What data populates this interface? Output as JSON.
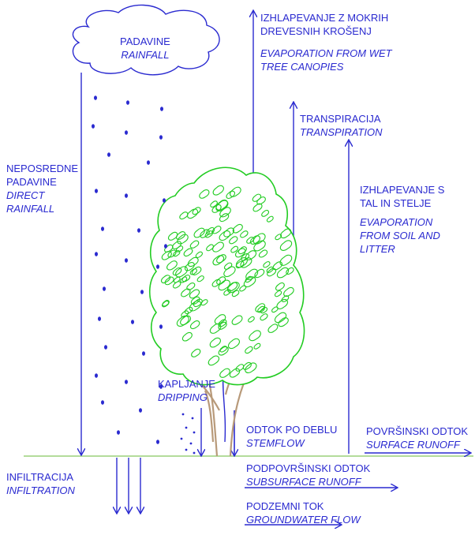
{
  "labels": {
    "rainfall": {
      "sl": "PADAVINE",
      "en": "RAINFALL"
    },
    "canopy_evaporation": {
      "sl1": "IZHLAPEVANJE Z MOKRIH",
      "sl2": "DREVESNIH KROŠENJ",
      "en1": "EVAPORATION FROM WET",
      "en2": "TREE CANOPIES"
    },
    "transpiration": {
      "sl": "TRANSPIRACIJA",
      "en": "TRANSPIRATION"
    },
    "direct_rainfall": {
      "sl1": "NEPOSREDNE",
      "sl2": "PADAVINE",
      "en1": "DIRECT",
      "en2": "RAINFALL"
    },
    "soil_evaporation": {
      "sl1": "IZHLAPEVANJE S",
      "sl2": "TAL IN STELJE",
      "en1": "EVAPORATION",
      "en2": "FROM SOIL AND",
      "en3": "LITTER"
    },
    "dripping": {
      "sl": "KAPLJANJE",
      "en": "DRIPPING"
    },
    "stemflow": {
      "sl": "ODTOK PO DEBLU",
      "en": "STEMFLOW"
    },
    "surface_runoff": {
      "sl": "POVRŠINSKI ODTOK",
      "en": "SURFACE RUNOFF"
    },
    "infiltration": {
      "sl": "INFILTRACIJA",
      "en": "INFILTRATION"
    },
    "subsurface_runoff": {
      "sl": "PODPOVRŠINSKI ODTOK",
      "en": "SUBSURFACE RUNOFF"
    },
    "groundwater_flow": {
      "sl": "PODZEMNI TOK",
      "en": "GROUNDWATER FLOW"
    }
  },
  "colors": {
    "water": "#2a2ad0",
    "canopy": "#22cc22",
    "trunk": "#b89a7a",
    "ground": "#9ad07a"
  }
}
